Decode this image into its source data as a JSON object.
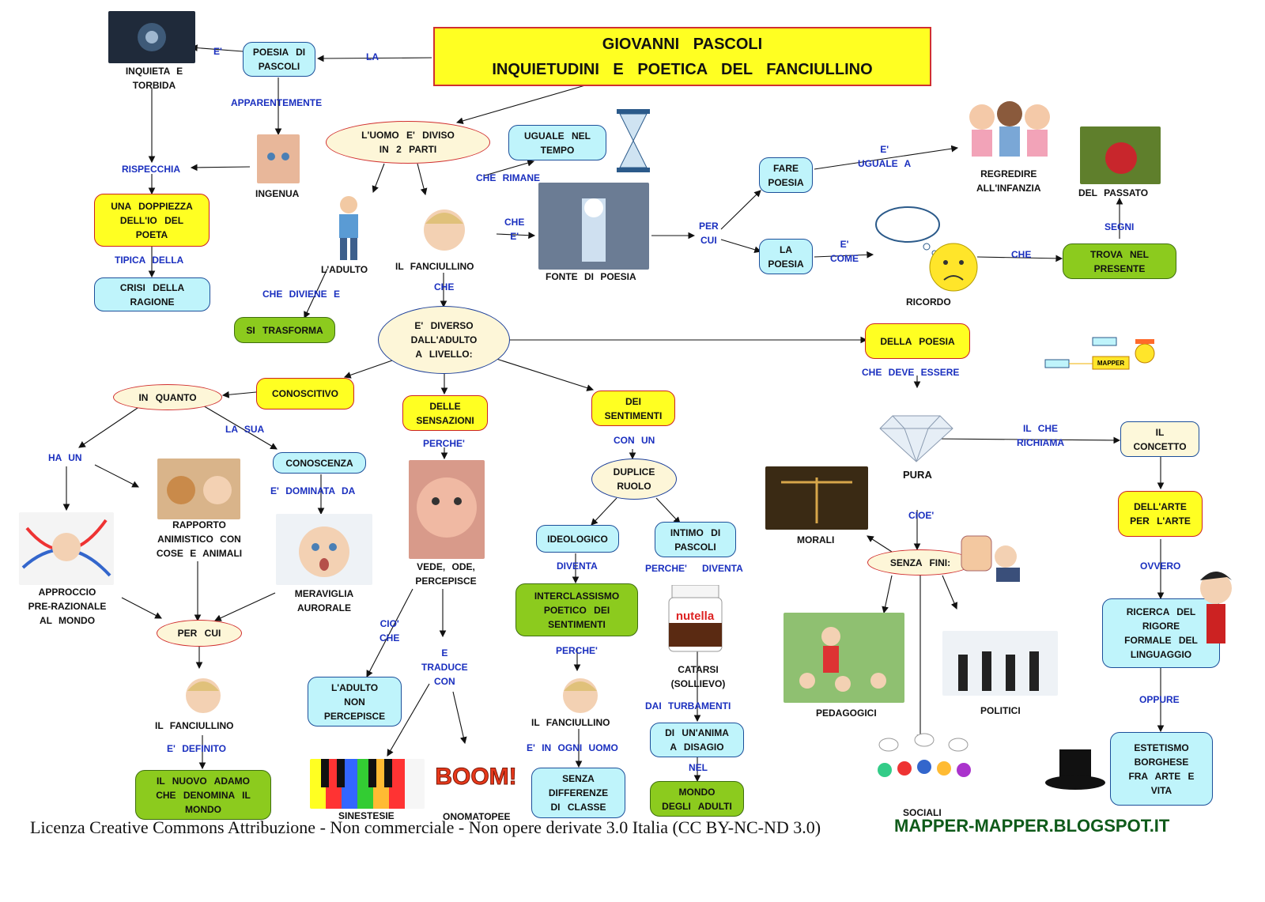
{
  "title": {
    "line1": "GIOVANNI    PASCOLI",
    "line2": "INQUIETUDINI    E    POETICA    DEL    FANCIULLINO"
  },
  "nodes": {
    "poesia_di_pascoli": "POESIA   DI\nPASCOLI",
    "uomo_diviso": "L'UOMO   E'   DIVISO\nIN  2   PARTI",
    "uguale_nel_tempo": "UGUALE    NEL\nTEMPO",
    "doppiezza": "UNA    DOPPIEZZA\nDELL'IO    DEL\nPOETA",
    "crisi_ragione": "CRISI    DELLA\nRAGIONE",
    "si_trasforma": "SI    TRASFORMA",
    "fare_poesia": "FARE\nPOESIA",
    "la_poesia": "LA\nPOESIA",
    "trova_presente": "TROVA    NEL\nPRESENTE",
    "diverso": "E'    DIVERSO\nDALL'ADULTO\nA    LIVELLO:",
    "della_poesia": "DELLA    POESIA",
    "conoscitivo": "CONOSCITIVO",
    "in_quanto": "IN    QUANTO",
    "delle_sensazioni": "DELLE\nSENSAZIONI",
    "dei_sentimenti": "DEI\nSENTIMENTI",
    "conoscenza": "CONOSCENZA",
    "duplice_ruolo": "DUPLICE\nRUOLO",
    "ideologico": "IDEOLOGICO",
    "intimo": "INTIMO    DI\nPASCOLI",
    "interclassismo": "INTERCLASSISMO\nPOETICO    DEI\nSENTIMENTI",
    "il_concetto": "IL\nCONCETTO",
    "arte_per_arte": "DELL'ARTE\nPER    L'ARTE",
    "senza_fini": "SENZA    FINI:",
    "ricerca": "RICERCA    DEL\nRIGORE\nFORMALE    DEL\nLINGUAGGIO",
    "per_cui": "PER    CUI",
    "adulto_non": "L'ADULTO\nNON\nPERCEPISCE",
    "nuovo_adamo": "IL    NUOVO    ADAMO\nCHE    DENOMINA    IL\nMONDO",
    "senza_differenze": "SENZA\nDIFFERENZE\nDI    CLASSE",
    "un_anima": "DI    UN'ANIMA\nA    DISAGIO",
    "mondo_adulti": "MONDO\nDEGLI    ADULTI",
    "estetismo": "ESTETISMO\nBORGHESE\nFRA    ARTE    E\nVITA"
  },
  "labels": {
    "e1": "E'",
    "la": "LA",
    "apparentemente": "APPARENTEMENTE",
    "rispecchia": "RISPECCHIA",
    "tipica": "TIPICA    DELLA",
    "che_diviene": "CHE    DIVIENE    E",
    "che_rimane": "CHE    RIMANE",
    "che_e": "CHE\nE'",
    "che1": "CHE",
    "per_cui_lbl": "PER\nCUI",
    "uguale_a": "E'\nUGUALE    A",
    "e_come": "E'\nCOME",
    "che2": "CHE",
    "segni": "SEGNI",
    "la_sua": "LA    SUA",
    "ha_un": "HA    UN",
    "dominata": "E'    DOMINATA    DA",
    "perche1": "PERCHE'",
    "con_un": "CON    UN",
    "che_deve": "CHE    DEVE    ESSERE",
    "il_che": "IL    CHE\nRICHIAMA",
    "cioe": "CIOE'",
    "diventa1": "DIVENTA",
    "perche2": "PERCHE'",
    "diventa2": "DIVENTA",
    "ovvero": "OVVERO",
    "cio_che": "CIO'\nCHE",
    "e_traduce": "E\nTRADUCE\nCON",
    "perche3": "PERCHE'",
    "dai": "DAI    TURBAMENTI",
    "e_definito": "E'    DEFINITO",
    "e_in_ogni": "E'   IN    OGNI    UOMO",
    "nel": "NEL",
    "oppure": "OPPURE"
  },
  "captions": {
    "inquieta": "INQUIETA    E\nTORBIDA",
    "ingenua": "INGENUA",
    "adulto": "L'ADULTO",
    "fanciullino1": "IL    FANCIULLINO",
    "fonte": "FONTE    DI    POESIA",
    "regredire": "REGREDIRE\nALL'INFANZIA",
    "passato": "DEL    PASSATO",
    "ricordo": "RICORDO",
    "pura": "PURA",
    "rapporto": "RAPPORTO\nANIMISTICO    CON\nCOSE    E    ANIMALI",
    "approccio": "APPROCCIO\nPRE-RAZIONALE\nAL    MONDO",
    "meraviglia": "MERAVIGLIA\nAURORALE",
    "vede": "VEDE,    ODE,\nPERCEPISCE",
    "morali": "MORALI",
    "pedagogici": "PEDAGOGICI",
    "politici": "POLITICI",
    "sociali": "SOCIALI",
    "catarsi": "CATARSI\n(SOLLIEVO)",
    "fanciullino2": "IL    FANCIULLINO",
    "fanciullino3": "IL    FANCIULLINO",
    "sinestesie": "SINESTESIE",
    "onomatopee": "ONOMATOPEE",
    "boom": "BOOM!",
    "nutella": "nutella",
    "mapper": "MAPPER"
  },
  "footer": {
    "license": "Licenza Creative Commons Attribuzione - Non commerciale - Non opere derivate 3.0 Italia (CC BY-NC-ND 3.0)",
    "link": "MAPPER-MAPPER.BLOGSPOT.IT"
  },
  "colors": {
    "label_blue": "#1a2fbf",
    "box_cyan": "#bff4fb",
    "box_yellow": "#ffff22",
    "box_green": "#8ccb1e",
    "link_green": "#0f5a1a",
    "title_border": "#d03030"
  }
}
